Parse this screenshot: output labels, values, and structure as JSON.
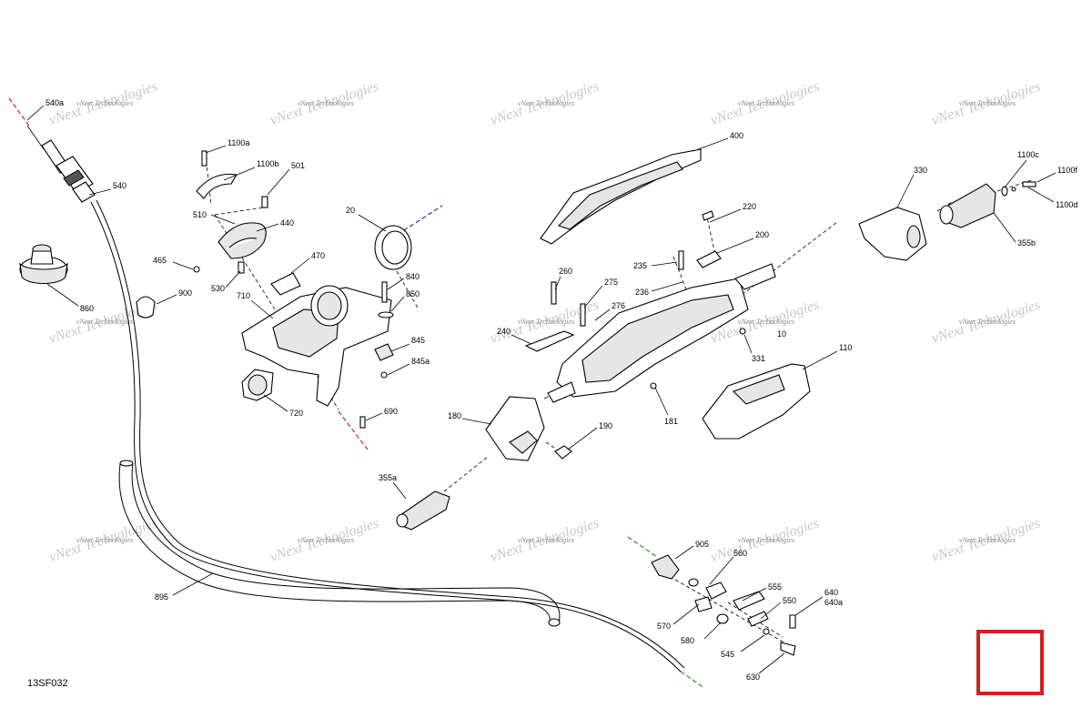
{
  "diagram": {
    "reference_code": "13SF032",
    "watermark_text": "vNext Technologies",
    "accent_colors": {
      "selection_box": "#d42020",
      "axis_red": "#d42020",
      "axis_blue": "#2a2ab0",
      "axis_green": "#1a9a1a"
    },
    "callouts": [
      "540a",
      "540",
      "860",
      "1100a",
      "1100b",
      "501",
      "510",
      "440",
      "465",
      "530",
      "900",
      "470",
      "710",
      "20",
      "840",
      "850",
      "845",
      "845a",
      "720",
      "690",
      "400",
      "220",
      "200",
      "235",
      "236",
      "260",
      "275",
      "276",
      "240",
      "10",
      "331",
      "110",
      "180",
      "190",
      "181",
      "330",
      "1100c",
      "1100f",
      "1100d",
      "355b",
      "355a",
      "895",
      "905",
      "560",
      "555",
      "550",
      "640",
      "640a",
      "570",
      "580",
      "545",
      "630"
    ]
  }
}
